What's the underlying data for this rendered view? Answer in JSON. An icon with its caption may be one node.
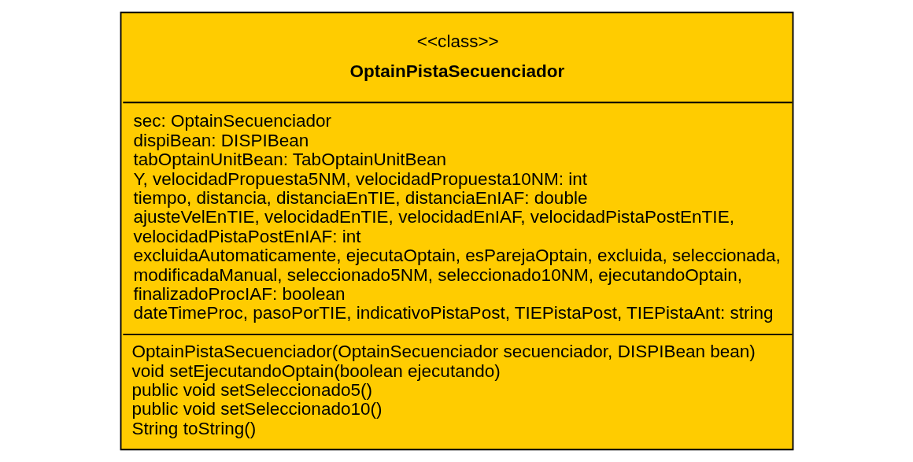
{
  "diagram": {
    "nodes": [
      {
        "text": [
          "<<class>>",
          "OptainPistaSecuenciador",
          "sec: OptainSecuenciador",
          "dispiBean: DISPIBean",
          "tabOptainUnitBean: TabOptainUnitBean",
          "Y, velocidadPropuesta5NM, velocidadPropuesta10NM: int",
          "tiempo, distancia, distanciaEnTIE, distanciaEnIAF: double",
          "ajusteVelEnTIE, velocidadEnTIE, velocidadEnIAF, velocidadPistaPostEnTIE, velocidadPistaPostEnIAF: int",
          "excluidaAutomaticamente, ejecutaOptain, esParejaOptain, excluida, seleccionada, modificadaManual, seleccionado5NM, seleccionado10NM, ejecutandoOptain, finalizadoProcIAF: boolean",
          "dateTimeProc, pasoPorTIE, indicativoPistaPost, TIEPistaPost, TIEPistaAnt: string",
          "OptainPistaSecuenciador(OptainSecuenciador secuenciador, DISPIBean bean)",
          "void setEjecutandoOptain(boolean ejecutando)",
          "public void setSeleccionado5()",
          "public void setSeleccionado10()",
          "String toString()"
        ]
      }
    ],
    "edges": []
  }
}
